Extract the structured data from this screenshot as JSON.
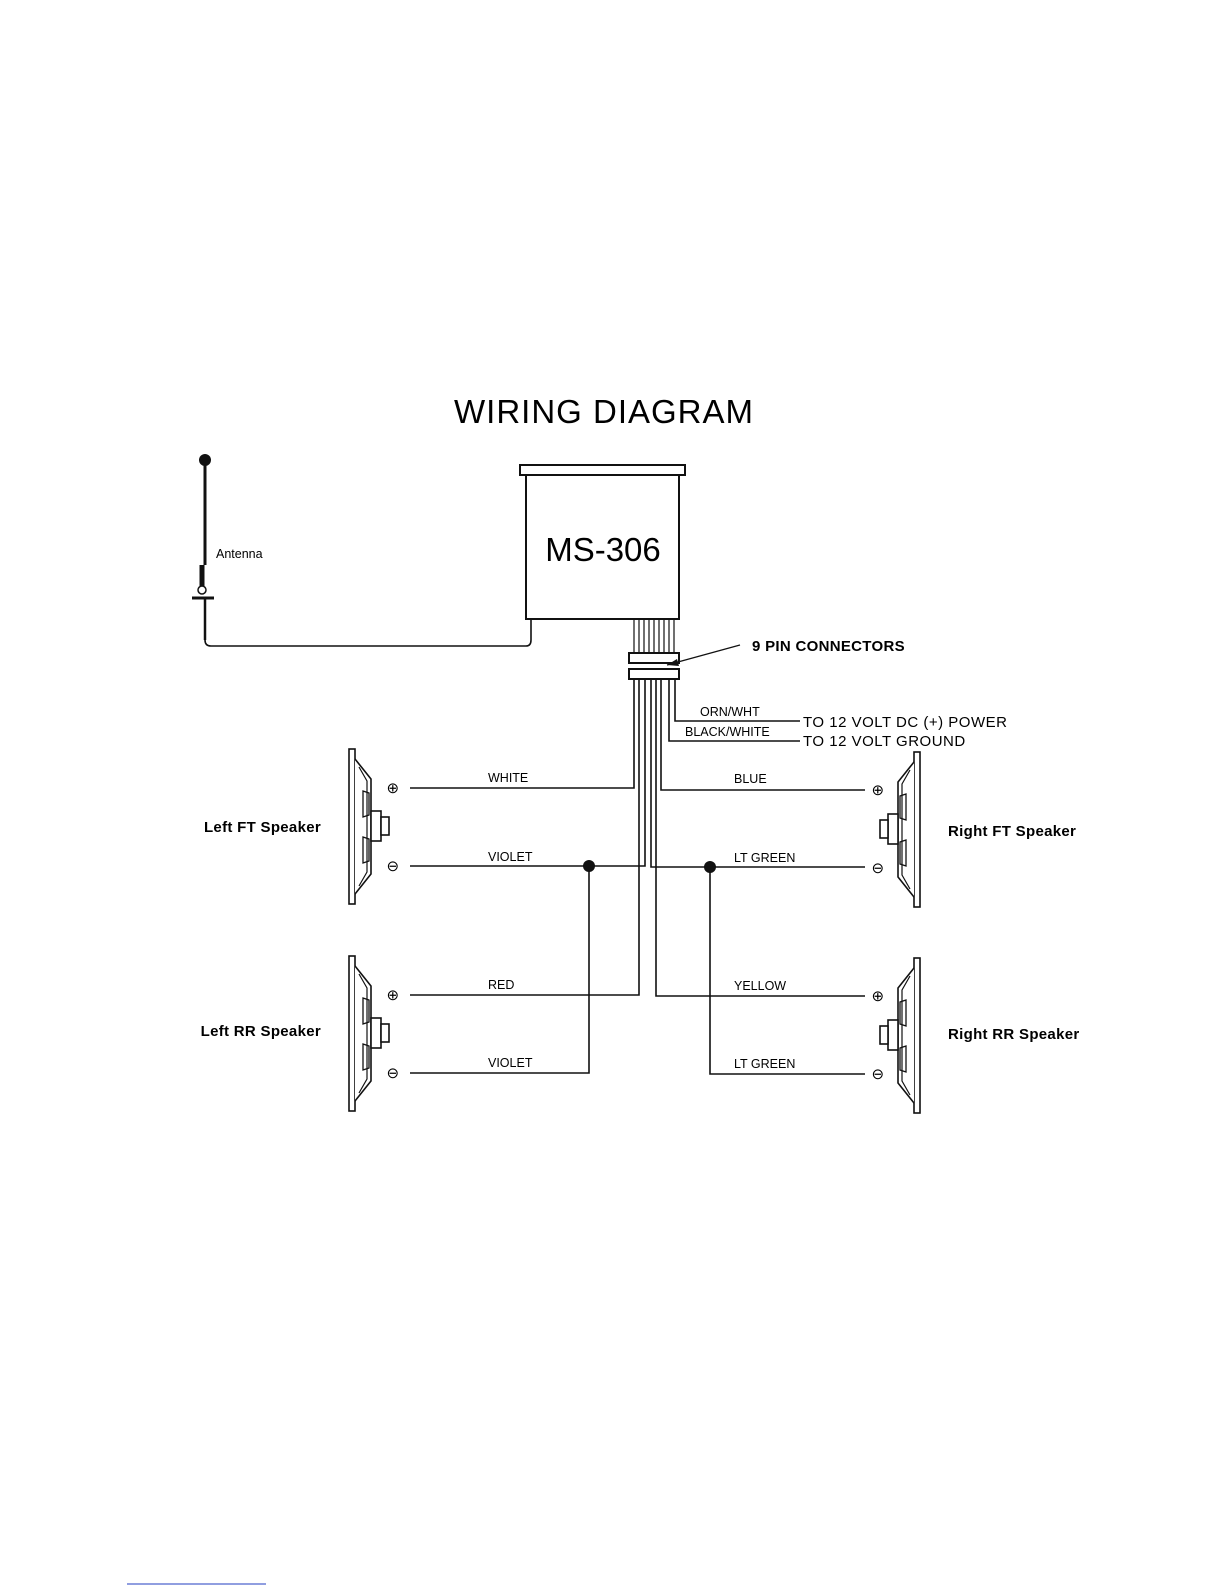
{
  "title": "WIRING DIAGRAM",
  "unit": {
    "model": "MS-306"
  },
  "antenna": {
    "label": "Antenna"
  },
  "connector": {
    "label": "9 PIN CONNECTORS"
  },
  "power": {
    "orn_wire": "ORN/WHT",
    "orn_dest": "TO 12 VOLT DC (+) POWER",
    "gnd_wire": "BLACK/WHITE",
    "gnd_dest": "TO 12 VOLT GROUND"
  },
  "speakers": {
    "left_ft": {
      "label": "Left FT Speaker",
      "pos_wire": "WHITE",
      "neg_wire": "VIOLET"
    },
    "left_rr": {
      "label": "Left RR Speaker",
      "pos_wire": "RED",
      "neg_wire": "VIOLET"
    },
    "right_ft": {
      "label": "Right FT Speaker",
      "pos_wire": "BLUE",
      "neg_wire": "LT GREEN"
    },
    "right_rr": {
      "label": "Right RR Speaker",
      "pos_wire": "YELLOW",
      "neg_wire": "LT GREEN"
    }
  },
  "terminals": {
    "plus": "⊕",
    "minus": "⊖"
  }
}
